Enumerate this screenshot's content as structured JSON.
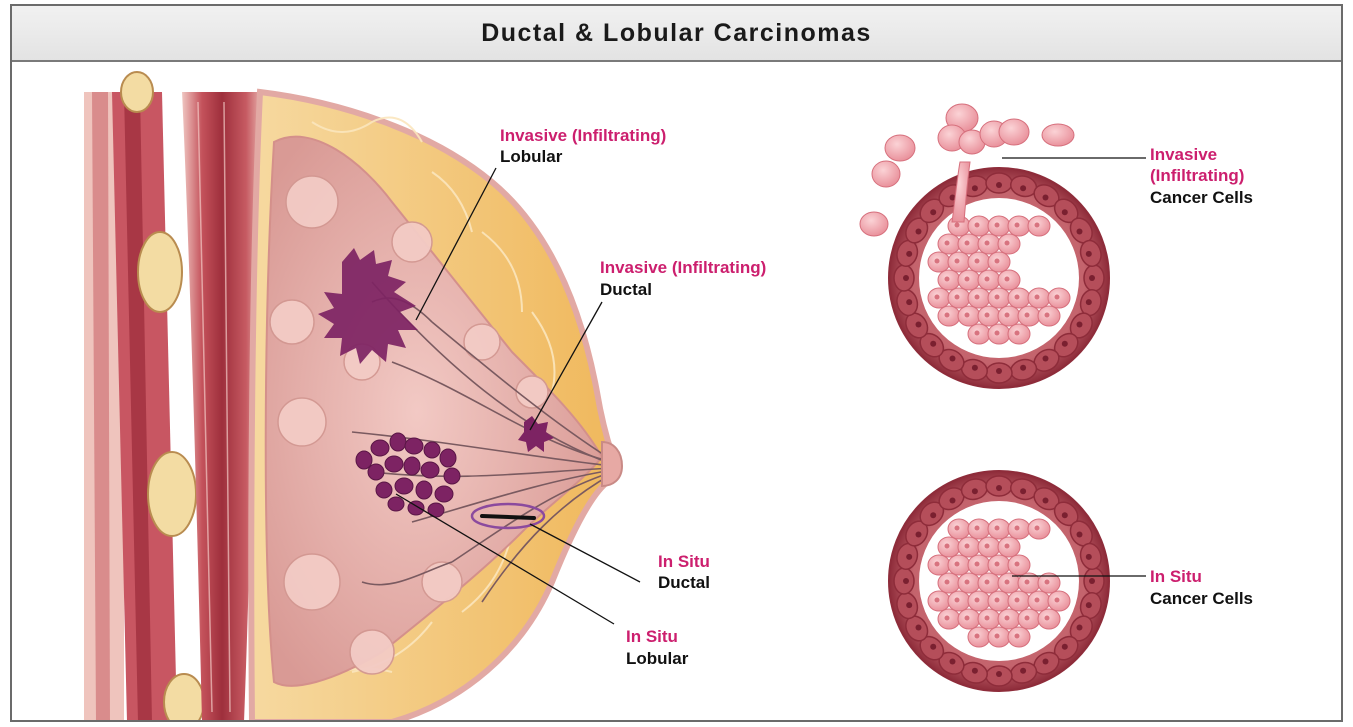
{
  "title": "Ductal & Lobular Carcinomas",
  "labels": {
    "invasive_lobular": {
      "qualifier": "Invasive (Infiltrating)",
      "type": "Lobular"
    },
    "invasive_ductal": {
      "qualifier": "Invasive (Infiltrating)",
      "type": "Ductal"
    },
    "in_situ_ductal": {
      "qualifier": "In Situ",
      "type": "Ductal"
    },
    "in_situ_lobular": {
      "qualifier": "In Situ",
      "type": "Lobular"
    },
    "invasive_cells": {
      "qualifier_line1": "Invasive",
      "qualifier_line2": "(Infiltrating)",
      "type": "Cancer Cells"
    },
    "in_situ_cells": {
      "qualifier": "In Situ",
      "type": "Cancer Cells"
    }
  },
  "colors": {
    "label_accent": "#cc1f6e",
    "label_text": "#111111",
    "muscle": "#b8454f",
    "fat": "#f2c46e",
    "gland": "#e9b3ad",
    "tumor": "#7d2363",
    "duct_wall": "#a8434f",
    "cancer_cell": "#f2a3ac"
  }
}
